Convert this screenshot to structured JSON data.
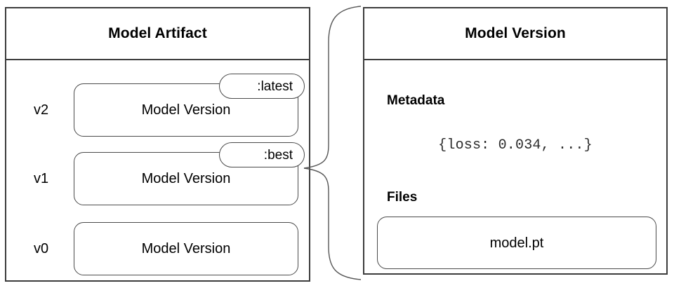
{
  "diagram": {
    "title_left": "Model Artifact",
    "title_right": "Model Version"
  },
  "artifact_panel": {
    "header": "Model Artifact",
    "versions": [
      {
        "version_label": "v2",
        "box_label": "Model Version",
        "tag": ":latest"
      },
      {
        "version_label": "v1",
        "box_label": "Model Version",
        "tag": ":best"
      },
      {
        "version_label": "v0",
        "box_label": "Model Version",
        "tag": null
      }
    ]
  },
  "version_panel": {
    "header": "Model Version",
    "metadata_heading": "Metadata",
    "metadata_value": "{loss: 0.034, ...}",
    "files_heading": "Files",
    "files": [
      {
        "name": "model.pt"
      }
    ]
  },
  "connector": {
    "name": "brace-connector",
    "from": "v1 Model Version box",
    "to": "Model Version detail panel"
  },
  "colors": {
    "panel_border": "#3c3c3c",
    "box_border": "#4a4a4a",
    "text": "#000000",
    "background": "#ffffff",
    "mono_text": "#2b2b2b"
  }
}
